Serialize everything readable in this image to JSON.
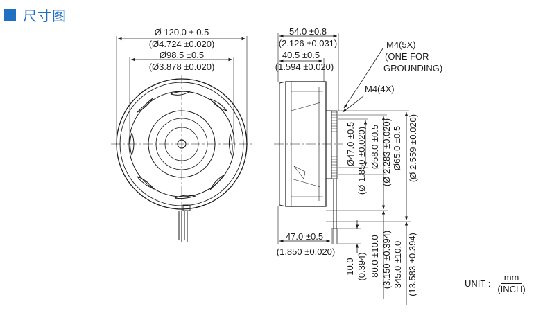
{
  "header": {
    "title": "尺寸图"
  },
  "front": {
    "outer_mm": "Ø 120.0 ± 0.5",
    "outer_in": "(Ø4.724 ±0.020)",
    "inner_mm": "Ø98.5 ±0.5",
    "inner_in": "(Ø3.878 ±0.020)"
  },
  "side": {
    "w1_mm": "54.0 ±0.8",
    "w1_in": "(2.126 ±0.031)",
    "w2_mm": "40.5 ±0.5",
    "w2_in": "(1.594 ±0.020)",
    "w3_mm": "47.0 ±0.5",
    "w3_in": "(1.850 ±0.020)",
    "m4_5x_1": "M4(5X)",
    "m4_5x_2": "(ONE FOR",
    "m4_5x_3": "GROUNDING)",
    "m4_4x": "M4(4X)",
    "d47_mm": "Ø47.0 ±0.5",
    "d47_in": "(Ø 1.850 ±0.020)",
    "d58_mm": "Ø58.0 ±0.5",
    "d58_in": "(Ø 2.283 ±0.020)",
    "d65_mm": "Ø65.0 ±0.5",
    "d65_in": "(Ø 2.559 ±0.020)",
    "h10_mm": "10.0",
    "h10_in": "(0.394)",
    "h80_mm": "80.0 ±10.0",
    "h80_in": "(3.150 ±0.394)",
    "h345_mm": "345.0 ±10.0",
    "h345_in": "(13.583 ±0.394)"
  },
  "unit": {
    "label": "UNIT :",
    "num": "mm",
    "den": "(INCH)"
  }
}
